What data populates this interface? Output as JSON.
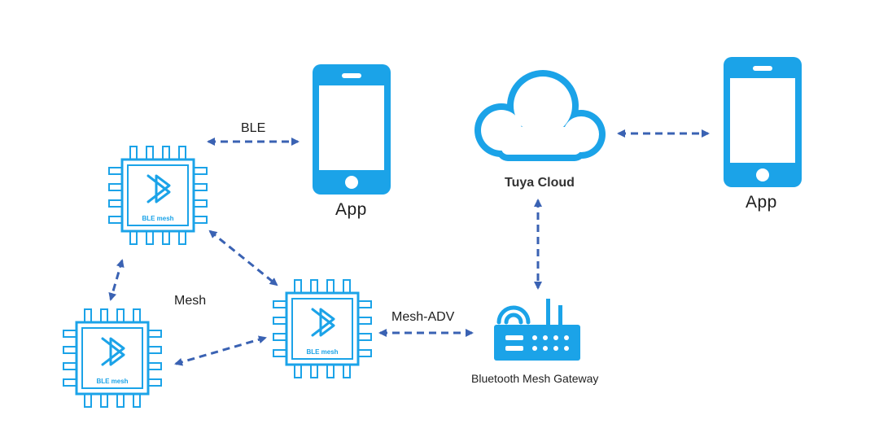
{
  "labels": {
    "ble": "BLE",
    "app_left": "App",
    "cloud": "Tuya Cloud",
    "app_right": "App",
    "mesh": "Mesh",
    "mesh_adv": "Mesh-ADV",
    "gateway": "Bluetooth Mesh Gateway",
    "chip_text": "BLE mesh"
  },
  "colors": {
    "device_blue": "#1ba3e8",
    "arrow_blue": "#3a62b3"
  },
  "icons": [
    "bluetooth-chip-icon",
    "phone-icon",
    "cloud-icon",
    "router-icon"
  ]
}
